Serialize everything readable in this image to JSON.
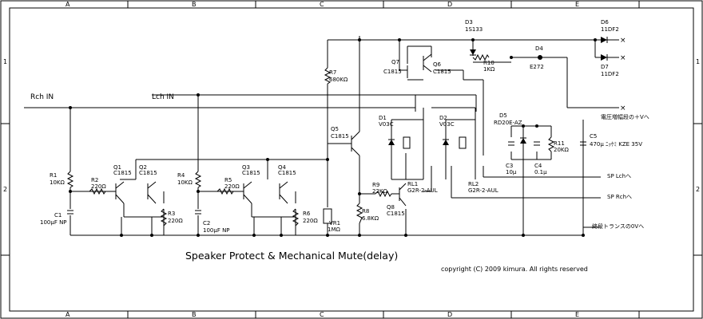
{
  "title": "Speaker Protect & Mechanical Mute(delay)",
  "copyright": "copyright (C) 2009 kimura. All rights reserved",
  "frame": {
    "columns": [
      "A",
      "B",
      "C",
      "D",
      "E"
    ],
    "rows": [
      "1",
      "2"
    ]
  },
  "inputs": {
    "rch": "Rch  IN",
    "lch": "Lch  IN"
  },
  "outputs": {
    "power_v": "電圧増幅段の＋Vへ",
    "sp_l": "SP  Lchへ",
    "sp_r": "SP  Rchへ",
    "trans_0v": "終段トランスの0Vへ"
  },
  "components": {
    "R1": {
      "ref": "R1",
      "value": "10KΩ"
    },
    "R2": {
      "ref": "R2",
      "value": "220Ω"
    },
    "R3": {
      "ref": "R3",
      "value": "220Ω"
    },
    "R4": {
      "ref": "R4",
      "value": "10KΩ"
    },
    "R5": {
      "ref": "R5",
      "value": "220Ω"
    },
    "R6": {
      "ref": "R6",
      "value": "220Ω"
    },
    "R7": {
      "ref": "R7",
      "value": "680KΩ"
    },
    "R8": {
      "ref": "R8",
      "value": "6.8KΩ"
    },
    "R9": {
      "ref": "R9",
      "value": "22KΩ"
    },
    "R10": {
      "ref": "R10",
      "value": "1KΩ"
    },
    "R11": {
      "ref": "R11",
      "value": "20KΩ"
    },
    "C1": {
      "ref": "C1",
      "value": "100μF NP"
    },
    "C2": {
      "ref": "C2",
      "value": "100μF NP"
    },
    "C3": {
      "ref": "C3",
      "value": "10μ"
    },
    "C4": {
      "ref": "C4",
      "value": "0.1μ"
    },
    "C5": {
      "ref": "C5",
      "value": "470μ ﾆｯｹﾐ KZE 35V"
    },
    "Q1": {
      "ref": "Q1",
      "value": "C1815"
    },
    "Q2": {
      "ref": "Q2",
      "value": "C1815"
    },
    "Q3": {
      "ref": "Q3",
      "value": "C1815"
    },
    "Q4": {
      "ref": "Q4",
      "value": "C1815"
    },
    "Q5": {
      "ref": "Q5",
      "value": "C1815"
    },
    "Q6": {
      "ref": "Q6",
      "value": "C1815"
    },
    "Q7": {
      "ref": "Q7",
      "value": "C1815"
    },
    "Q8": {
      "ref": "Q8",
      "value": "C1815"
    },
    "D1": {
      "ref": "D1",
      "value": "V03C"
    },
    "D2": {
      "ref": "D2",
      "value": "V03C"
    },
    "D3": {
      "ref": "D3",
      "value": "1S133"
    },
    "D4": {
      "ref": "D4",
      "value": "E272"
    },
    "D5": {
      "ref": "D5",
      "value": "RD20E-AZ"
    },
    "D6": {
      "ref": "D6",
      "value": "11DF2"
    },
    "D7": {
      "ref": "D7",
      "value": "11DF2"
    },
    "RL1": {
      "ref": "RL1",
      "value": "G2R-2-AUL"
    },
    "RL2": {
      "ref": "RL2",
      "value": "G2R-2-AUL"
    },
    "VR1": {
      "ref": "VR1",
      "value": "1MΩ"
    }
  }
}
